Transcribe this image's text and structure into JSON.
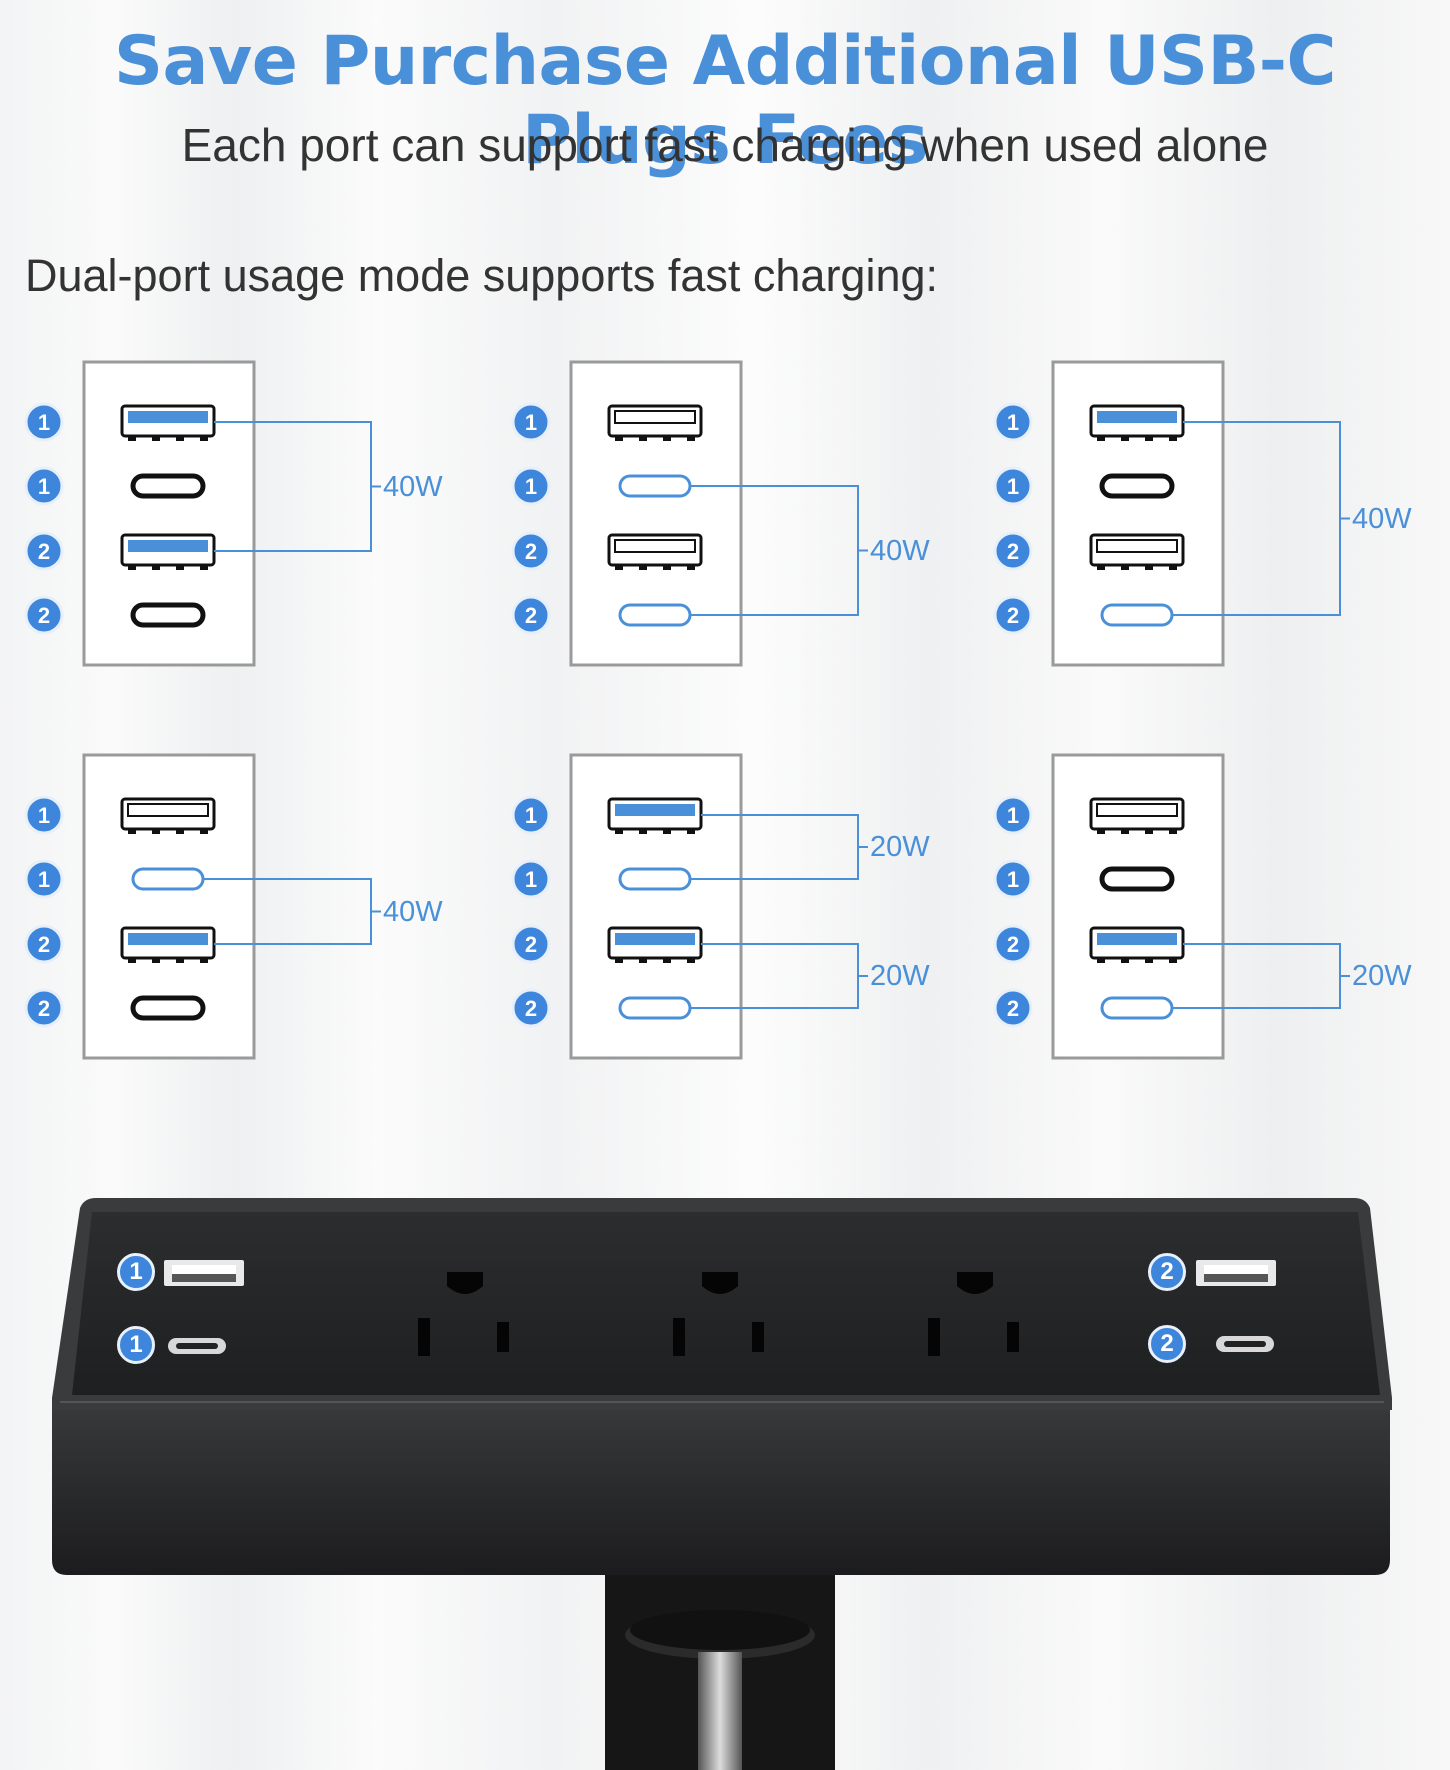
{
  "header": {
    "title": "Save Purchase Additional USB-C Plugs Fees",
    "subtitle": "Each port can support fast charging when used alone"
  },
  "mode_label": "Dual-port usage mode supports fast charging:",
  "colors": {
    "accent": "#4a90d9",
    "badge": "#3d86dc",
    "port_inactive": "#111111",
    "product_body": "#2a2b2d"
  },
  "port_labels": [
    "1",
    "1",
    "2",
    "2"
  ],
  "diagrams": [
    {
      "active": [
        true,
        false,
        true,
        false
      ],
      "groups": [
        {
          "ports": [
            0,
            2
          ],
          "watt": "40W"
        }
      ]
    },
    {
      "active": [
        false,
        true,
        false,
        true
      ],
      "groups": [
        {
          "ports": [
            1,
            3
          ],
          "watt": "40W"
        }
      ]
    },
    {
      "active": [
        true,
        false,
        false,
        true
      ],
      "groups": [
        {
          "ports": [
            0,
            3
          ],
          "watt": "40W"
        }
      ]
    },
    {
      "active": [
        false,
        true,
        true,
        false
      ],
      "groups": [
        {
          "ports": [
            1,
            2
          ],
          "watt": "40W"
        }
      ]
    },
    {
      "active": [
        true,
        true,
        true,
        true
      ],
      "groups": [
        {
          "ports": [
            0,
            1
          ],
          "watt": "20W"
        },
        {
          "ports": [
            2,
            3
          ],
          "watt": "20W"
        }
      ]
    },
    {
      "active": [
        false,
        false,
        true,
        true
      ],
      "groups": [
        {
          "ports": [
            2,
            3
          ],
          "watt": "20W"
        }
      ]
    }
  ],
  "product": {
    "left_badges": [
      "1",
      "1"
    ],
    "right_badges": [
      "2",
      "2"
    ],
    "outlet_count": 3
  }
}
